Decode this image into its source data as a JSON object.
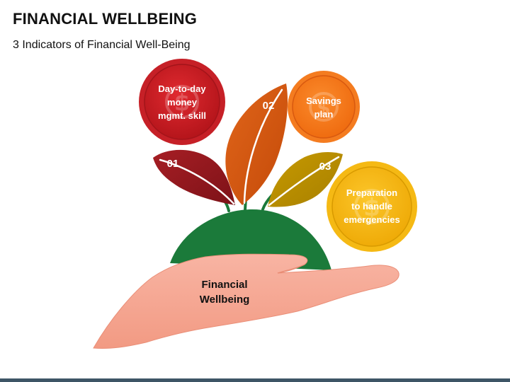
{
  "header": {
    "title": "FINANCIAL WELLBEING",
    "subtitle": "3 Indicators of Financial Well-Being"
  },
  "diagram": {
    "center_label": [
      "Financial",
      "Wellbeing"
    ],
    "indicators": [
      {
        "number": "01",
        "label": [
          "Day-to-day",
          "money",
          "mgmt. skill"
        ],
        "color": "#b91c24",
        "circle_color": "#c62027"
      },
      {
        "number": "02",
        "label": [
          "Savings",
          "plan"
        ],
        "color": "#d8590f",
        "circle_color": "#f47c20"
      },
      {
        "number": "03",
        "label": [
          "Preparation",
          "to handle",
          "emergencies"
        ],
        "color": "#c59300",
        "circle_color": "#f5b914"
      }
    ],
    "colors": {
      "hand": "#f7a995",
      "mound": "#1b7a3a",
      "stem": "#1b7a3a",
      "bottom_bar": "#3e5566"
    },
    "icons": [
      "dollar-coin-icon",
      "dollar-coin-icon",
      "dollar-coin-icon"
    ]
  }
}
